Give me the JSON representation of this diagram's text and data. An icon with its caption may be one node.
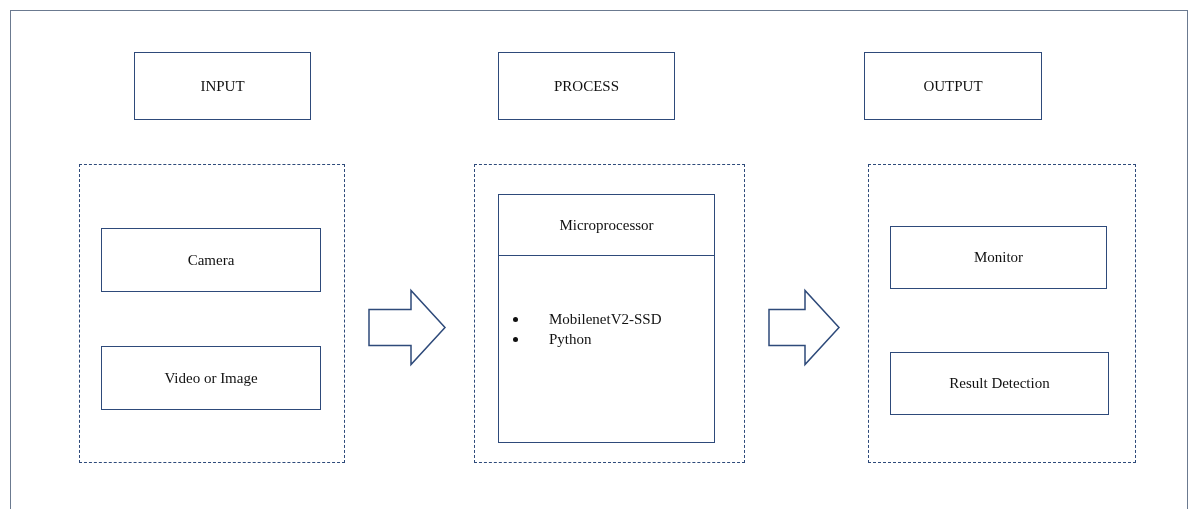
{
  "diagram": {
    "nodes": [
      {
        "text": [
          "INPUT"
        ]
      },
      {
        "text": [
          "PROCESS"
        ]
      },
      {
        "text": [
          "OUTPUT"
        ]
      },
      {
        "text": [],
        "shape": "box"
      },
      {
        "text": [
          "Camera"
        ],
        "in": 3
      },
      {
        "text": [
          "Video or Image"
        ],
        "in": 3
      },
      {
        "text": [],
        "shape": "box"
      },
      {
        "text": [
          "Microprocessor",
          "MobilenetV2-SSD",
          "Python"
        ],
        "in": 6
      },
      {
        "text": [],
        "shape": "box"
      },
      {
        "text": [
          "Monitor"
        ],
        "in": 8
      },
      {
        "text": [
          "Result Detection"
        ],
        "in": 8
      }
    ],
    "edges": [
      {
        "from": 3,
        "to": 6,
        "arrow": "to"
      },
      {
        "from": 6,
        "to": 8,
        "arrow": "to"
      }
    ]
  }
}
